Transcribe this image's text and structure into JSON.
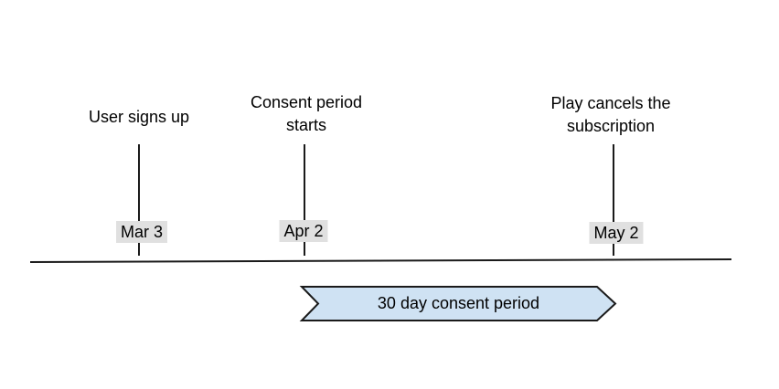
{
  "diagram": {
    "events": [
      {
        "label": "User signs up",
        "date": "Mar 3"
      },
      {
        "label": "Consent period starts",
        "date": "Apr 2"
      },
      {
        "label": "Play cancels the subscription",
        "date": "May 2"
      }
    ],
    "banner": {
      "label": "30 day consent period"
    },
    "colors": {
      "line": "#1a1a1a",
      "banner_fill": "#cfe2f3",
      "banner_stroke": "#1a1a1a",
      "date_badge_bg": "#e0e0e0"
    }
  }
}
